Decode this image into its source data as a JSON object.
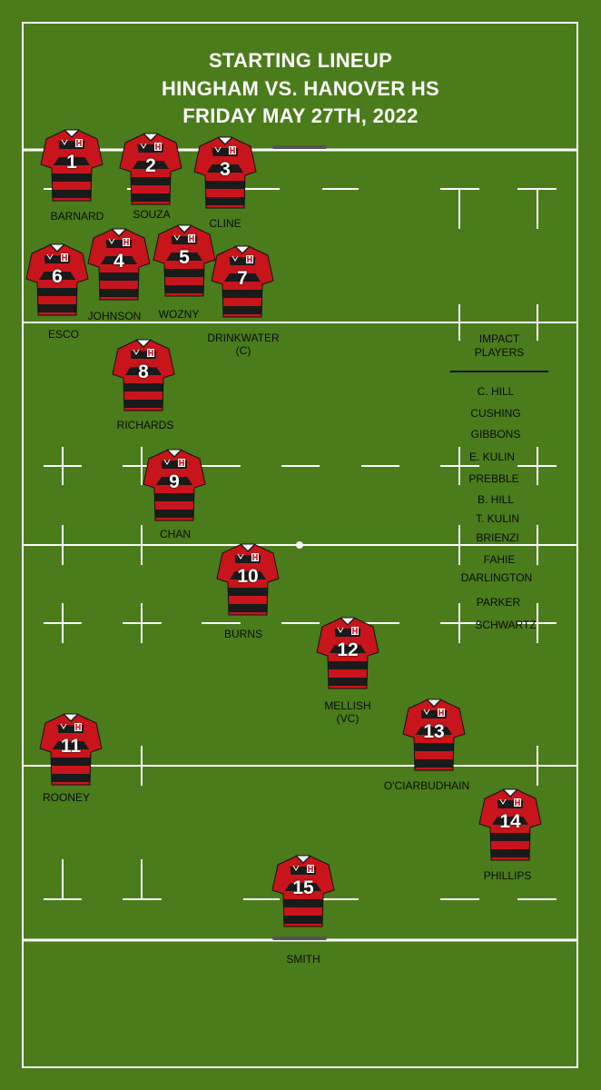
{
  "title": {
    "line1": "STARTING LINEUP",
    "line2": "HINGHAM VS. HANOVER HS",
    "line3": "FRIDAY MAY 27TH, 2022"
  },
  "colors": {
    "field": "#4b7c1c",
    "lines": "#ffffff",
    "jersey_red": "#c8141b",
    "jersey_black": "#1a1a1a",
    "text": "#0a0a0a"
  },
  "players": [
    {
      "number": "1",
      "name": "BARNARD"
    },
    {
      "number": "2",
      "name": "SOUZA"
    },
    {
      "number": "3",
      "name": "CLINE"
    },
    {
      "number": "4",
      "name": "JOHNSON"
    },
    {
      "number": "5",
      "name": "WOZNY"
    },
    {
      "number": "6",
      "name": "ESCO"
    },
    {
      "number": "7",
      "name": "DRINKWATER",
      "note": "(C)"
    },
    {
      "number": "8",
      "name": "RICHARDS"
    },
    {
      "number": "9",
      "name": "CHAN"
    },
    {
      "number": "10",
      "name": "BURNS"
    },
    {
      "number": "11",
      "name": "ROONEY"
    },
    {
      "number": "12",
      "name": "MELLISH",
      "note": "(VC)"
    },
    {
      "number": "13",
      "name": "O'CIARBUDHAIN"
    },
    {
      "number": "14",
      "name": "PHILLIPS"
    },
    {
      "number": "15",
      "name": "SMITH"
    }
  ],
  "impact": {
    "header_line1": "IMPACT",
    "header_line2": "PLAYERS",
    "names": [
      "C. HILL",
      "CUSHING",
      "GIBBONS",
      "E. KULIN",
      "PREBBLE",
      "B. HILL",
      "T. KULIN",
      "BRIENZI",
      "FAHIE",
      "DARLINGTON",
      "PARKER",
      "SCHWARTZ"
    ]
  }
}
